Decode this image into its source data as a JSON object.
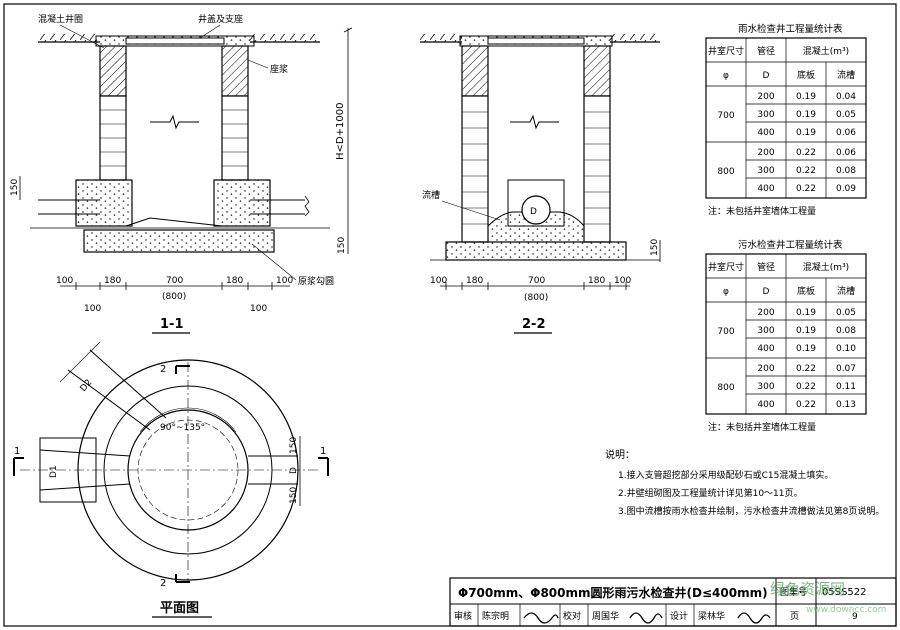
{
  "labels": {
    "concrete_ring": "混凝土井圈",
    "cover_seat": "井盖及支座",
    "base_slurry": "座浆",
    "height_dim": "H<D+1000",
    "dim_150": "150",
    "dim_100": "100",
    "dim_180": "180",
    "dim_700": "700",
    "dim_800": "(800)",
    "dim_D1": "D1",
    "dim_D": "D",
    "dim_D2": "D2",
    "angle": "90°~135°",
    "original_backfill": "原浆勾圆",
    "channel": "流槽",
    "section_1": "1",
    "section_2": "2",
    "section_1_1": "1-1",
    "section_2_2": "2-2",
    "plan_view": "平面图"
  },
  "rain_table": {
    "title": "雨水检查井工程量统计表",
    "col_well": "井室尺寸",
    "col_pipe": "管径",
    "col_concrete": "混凝土(m³)",
    "sub_phi": "φ",
    "sub_D": "D",
    "sub_base": "底板",
    "sub_channel": "流槽",
    "groups": [
      {
        "size": "700",
        "rows": [
          [
            "200",
            "0.19",
            "0.04"
          ],
          [
            "300",
            "0.19",
            "0.05"
          ],
          [
            "400",
            "0.19",
            "0.06"
          ]
        ]
      },
      {
        "size": "800",
        "rows": [
          [
            "200",
            "0.22",
            "0.06"
          ],
          [
            "300",
            "0.22",
            "0.08"
          ],
          [
            "400",
            "0.22",
            "0.09"
          ]
        ]
      }
    ],
    "note": "注：未包括井室墙体工程量"
  },
  "sewage_table": {
    "title": "污水检查井工程量统计表",
    "col_well": "井室尺寸",
    "col_pipe": "管径",
    "col_concrete": "混凝土(m³)",
    "sub_phi": "φ",
    "sub_D": "D",
    "sub_base": "底板",
    "sub_channel": "流槽",
    "groups": [
      {
        "size": "700",
        "rows": [
          [
            "200",
            "0.19",
            "0.05"
          ],
          [
            "300",
            "0.19",
            "0.08"
          ],
          [
            "400",
            "0.19",
            "0.10"
          ]
        ]
      },
      {
        "size": "800",
        "rows": [
          [
            "200",
            "0.22",
            "0.07"
          ],
          [
            "300",
            "0.22",
            "0.11"
          ],
          [
            "400",
            "0.22",
            "0.13"
          ]
        ]
      }
    ],
    "note": "注：未包括井室墙体工程量"
  },
  "notes": {
    "heading": "说明：",
    "items": [
      "1.接入支管超挖部分采用级配砂石或C15混凝土填实。",
      "2.井壁组砌图及工程量统计详见第10～11页。",
      "3.图中流槽按雨水检查井绘制，污水检查井流槽做法见第8页说明。"
    ]
  },
  "title_block": {
    "title": "Φ700mm、Φ800mm圆形雨污水检查井(D≤400mm)",
    "atlas_label": "图集号",
    "atlas_no": "05SS522",
    "review_label": "审核",
    "review_name": "陈宗明",
    "check_label": "校对",
    "check_name": "周国华",
    "design_label": "设计",
    "design_name": "梁林华",
    "page_label": "页",
    "page_no": "9"
  },
  "watermark": {
    "text": "绿色资源网",
    "url": "www.downcc.com"
  }
}
